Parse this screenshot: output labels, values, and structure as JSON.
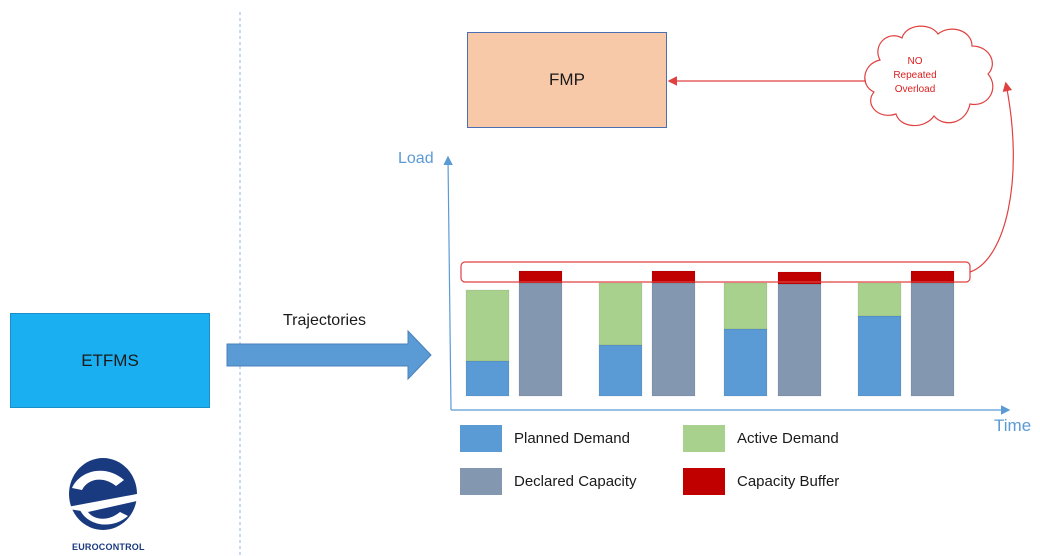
{
  "fmp": {
    "label": "FMP"
  },
  "etfms": {
    "label": "ETFMS"
  },
  "trajectories_label": "Trajectories",
  "cloud": {
    "lines": [
      "NO",
      "Repeated",
      "Overload"
    ]
  },
  "axes": {
    "y_label": "Load",
    "x_label": "Time"
  },
  "legend": {
    "planned": "Planned Demand",
    "active": "Active Demand",
    "declared": "Declared Capacity",
    "buffer": "Capacity Buffer"
  },
  "logo_text": "EUROCONTROL",
  "colors": {
    "planned": "#5b9bd5",
    "active": "#a9d18e",
    "declared": "#8497b0",
    "buffer": "#c00000",
    "highlight": "#e04040",
    "axis": "#5b9bd5",
    "arrow": "#5b9bd5"
  },
  "chart_data": {
    "type": "bar",
    "groups": [
      {
        "planned": 35,
        "active": 71,
        "declared": 113,
        "buffer": 12
      },
      {
        "planned": 51,
        "active": 62,
        "declared": 113,
        "buffer": 12
      },
      {
        "planned": 67,
        "active": 46,
        "declared": 112,
        "buffer": 12
      },
      {
        "planned": 80,
        "active": 33,
        "declared": 113,
        "buffer": 12
      }
    ]
  }
}
